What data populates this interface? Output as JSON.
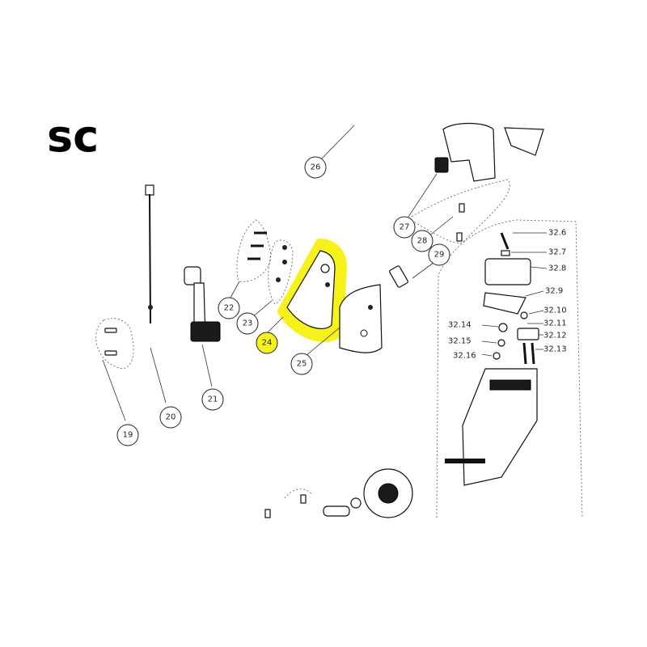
{
  "title_fragment": "sc",
  "highlight_color": "#f7f21a",
  "callouts": [
    {
      "id": "19",
      "label": "19"
    },
    {
      "id": "20",
      "label": "20"
    },
    {
      "id": "21",
      "label": "21"
    },
    {
      "id": "22",
      "label": "22"
    },
    {
      "id": "23",
      "label": "23"
    },
    {
      "id": "24",
      "label": "24",
      "highlighted": true
    },
    {
      "id": "25",
      "label": "25"
    },
    {
      "id": "26",
      "label": "26"
    },
    {
      "id": "27",
      "label": "27"
    },
    {
      "id": "28",
      "label": "28"
    },
    {
      "id": "29",
      "label": "29"
    }
  ],
  "sub_labels": [
    {
      "id": "32_6",
      "label": "32.6"
    },
    {
      "id": "32_7",
      "label": "32.7"
    },
    {
      "id": "32_8",
      "label": "32.8"
    },
    {
      "id": "32_9",
      "label": "32.9"
    },
    {
      "id": "32_10",
      "label": "32.10"
    },
    {
      "id": "32_11",
      "label": "32.11"
    },
    {
      "id": "32_12",
      "label": "32.12"
    },
    {
      "id": "32_13",
      "label": "32.13"
    },
    {
      "id": "32_14",
      "label": "32.14"
    },
    {
      "id": "32_15",
      "label": "32.15"
    },
    {
      "id": "32_16",
      "label": "32.16"
    }
  ]
}
